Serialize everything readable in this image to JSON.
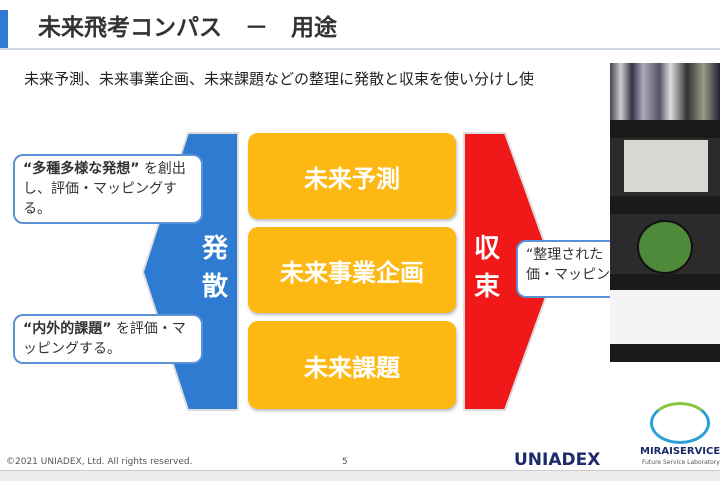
{
  "slide": {
    "title": "未来飛考コンパス　－　用途",
    "subtitle": "未来予測、未来事業企画、未来課題などの整理に発散と収束を使い分けし使",
    "left_label": "発散",
    "right_label": "収束",
    "boxes": [
      "未来予測",
      "未来事業企画",
      "未来課題"
    ],
    "callout1_bold": "“多種多様な発想”",
    "callout1_rest": " を創出し、評価・マッピングする。",
    "callout2_bold": "“内外的課題”",
    "callout2_rest": " を評価・マッピングする。",
    "callout3": "“整理された\n価・マッピン",
    "copyright": "©2021 UNIADEX, Ltd. All rights reserved.",
    "page": "5",
    "logo1": "UNIADEX",
    "logo2": "MIRAISERVICE",
    "logo2_sub": "Future Service Laboratory"
  },
  "colors": {
    "blue": "#2e7bd1",
    "red": "#f01818",
    "orange": "#fdb813"
  }
}
